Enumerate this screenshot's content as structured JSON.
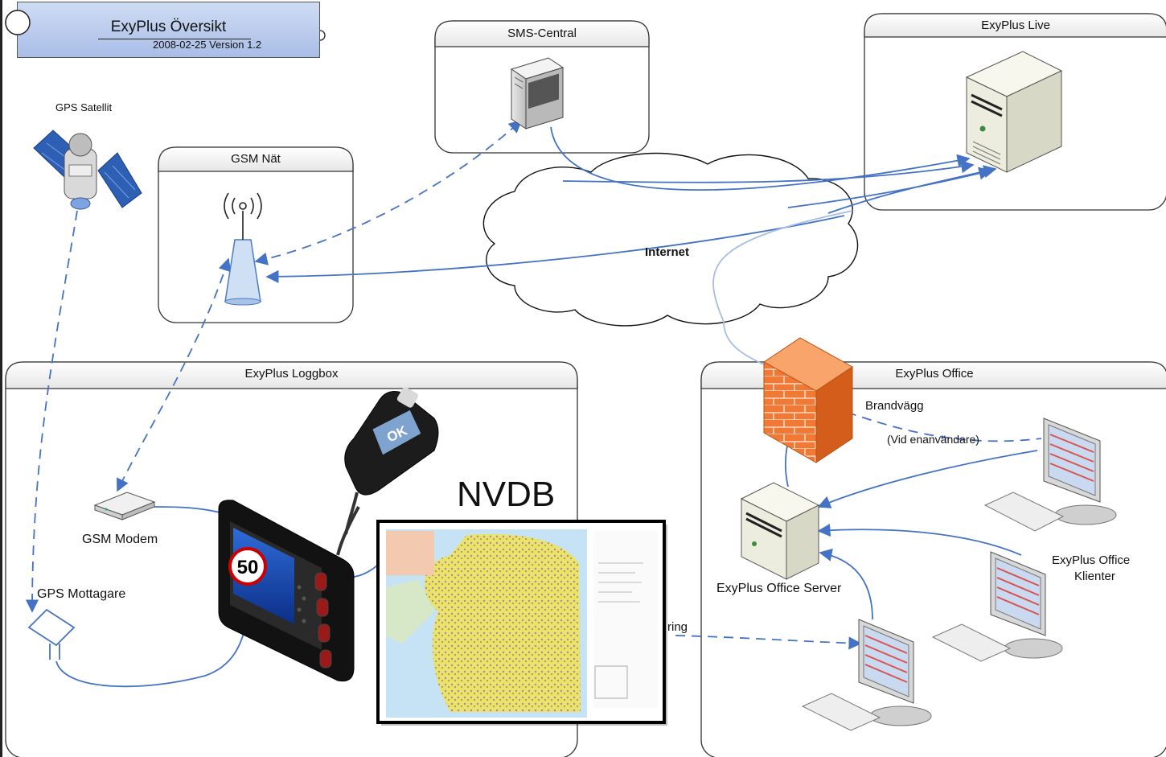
{
  "title_box": {
    "title": "ExyPlus Översikt",
    "subtitle": "2008-02-25 Version 1.2"
  },
  "panels": {
    "sms_central": "SMS-Central",
    "exyplus_live": "ExyPlus Live",
    "gsm_nat": "GSM Nät",
    "loggbox": "ExyPlus Loggbox",
    "office": "ExyPlus Office"
  },
  "labels": {
    "gps_satellit": "GPS Satellit",
    "internet": "Internet",
    "brandvagg": "Brandvägg",
    "vid_enanvandare": "(Vid enanvändare)",
    "gsm_modem": "GSM Modem",
    "gps_mottagare": "GPS Mottagare",
    "nvdb": "NVDB",
    "office_server": "ExyPlus Office Server",
    "office_klienter_1": "ExyPlus Office",
    "office_klienter_2": "Klienter",
    "partial_label": "ring"
  },
  "device": {
    "speed": "50"
  },
  "breathalyzer": {
    "display": "OK"
  },
  "colors": {
    "accent": "#4472c4",
    "panel_border": "#333333",
    "panel_header": "#f2f2f2",
    "title_fill": "#b8c9ec",
    "firewall": "#f07a35"
  }
}
